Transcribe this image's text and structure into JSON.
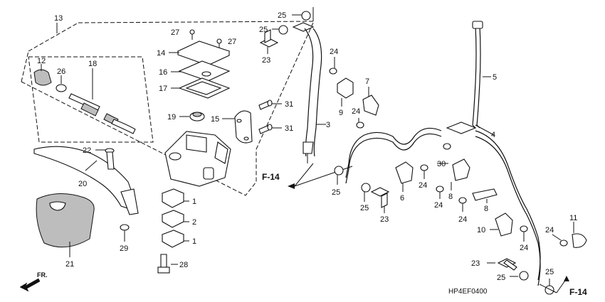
{
  "diagram": {
    "code": "HP4EF0400",
    "direction_label": "FR.",
    "references": [
      "F-14",
      "F-14"
    ],
    "callouts": [
      "13",
      "12",
      "26",
      "18",
      "27",
      "27",
      "14",
      "16",
      "17",
      "19",
      "15",
      "20",
      "22",
      "21",
      "29",
      "1",
      "2",
      "1",
      "28",
      "25",
      "25",
      "23",
      "24",
      "7",
      "9",
      "31",
      "31",
      "3",
      "24",
      "5",
      "4",
      "30",
      "25",
      "25",
      "23",
      "6",
      "24",
      "24",
      "8",
      "24",
      "8",
      "10",
      "11",
      "24",
      "24",
      "23",
      "25",
      "25"
    ]
  }
}
